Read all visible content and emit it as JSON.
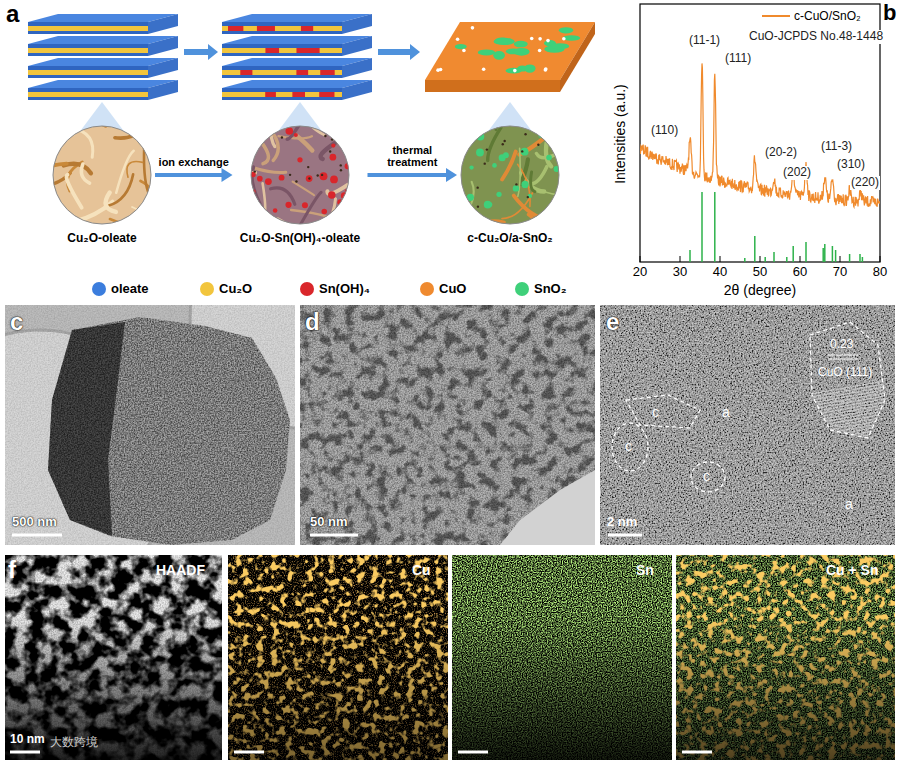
{
  "diagram": {
    "nodes": [
      {
        "text": [
          "Cu₂O-oleate"
        ]
      },
      {
        "text": [
          "Cu₂O-Sn(OH)₄-oleate"
        ]
      },
      {
        "text": [
          "c-Cu₂O/a-SnO₂"
        ]
      }
    ],
    "edges": [
      {
        "from": 0,
        "to": 1,
        "label": "ion exchange",
        "arrow": "to"
      },
      {
        "from": 1,
        "to": 2,
        "label": "thermal treatment",
        "arrow": "to"
      }
    ],
    "labels": [
      "a",
      "b",
      "c",
      "d",
      "e",
      "f",
      "CuO-JCPDS No.48-1448",
      "(110)",
      "(11-1)",
      "(111)",
      "(20-2)",
      "(202)",
      "(11-3)",
      "(310)",
      "(220)",
      "Intensities (a.u.)",
      "2θ (degree)",
      "20",
      "30",
      "40",
      "50",
      "60",
      "70",
      "80",
      "500 nm",
      "50 nm",
      "c",
      "c",
      "c",
      "a",
      "a",
      "0.23",
      "CuO (111)",
      "2 nm",
      "HAADF",
      "Cu",
      "Sn",
      "Cu + Sn",
      "10 nm",
      "大数跨境"
    ],
    "legend": [
      {
        "text": "oleate",
        "color": "#3b7ddd"
      },
      {
        "text": "Cu₂O",
        "color": "#f2c53d"
      },
      {
        "text": "Sn(OH)₄",
        "color": "#d9262b"
      },
      {
        "text": "CuO",
        "color": "#ef8a2f"
      },
      {
        "text": "SnO₂",
        "color": "#3fd07a"
      },
      {
        "text": "c-CuO/SnO₂"
      }
    ]
  }
}
